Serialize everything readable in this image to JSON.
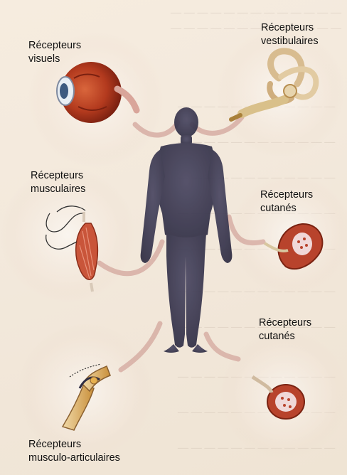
{
  "labels": {
    "visual": [
      "Récepteurs",
      "visuels"
    ],
    "vestibular": [
      "Récepteurs",
      "vestibulaires"
    ],
    "muscular": [
      "Récepteurs",
      "musculaires"
    ],
    "cutaneous_1": [
      "Récepteurs",
      "cutanés"
    ],
    "cutaneous_2": [
      "Récepteurs",
      "cutanés"
    ],
    "musculo_articular": [
      "Récepteurs",
      "musculo-articulaires"
    ]
  },
  "colors": {
    "background": "#f3e9dc",
    "halo": "#e4c8b8",
    "connector": "#d0a8a0",
    "body": "#3c3a52",
    "eye": "#b33a1e",
    "inner_ear": "#d8c49a",
    "muscle": "#c9553a",
    "skin": "#b8432c",
    "joint": "#d79a3c"
  }
}
